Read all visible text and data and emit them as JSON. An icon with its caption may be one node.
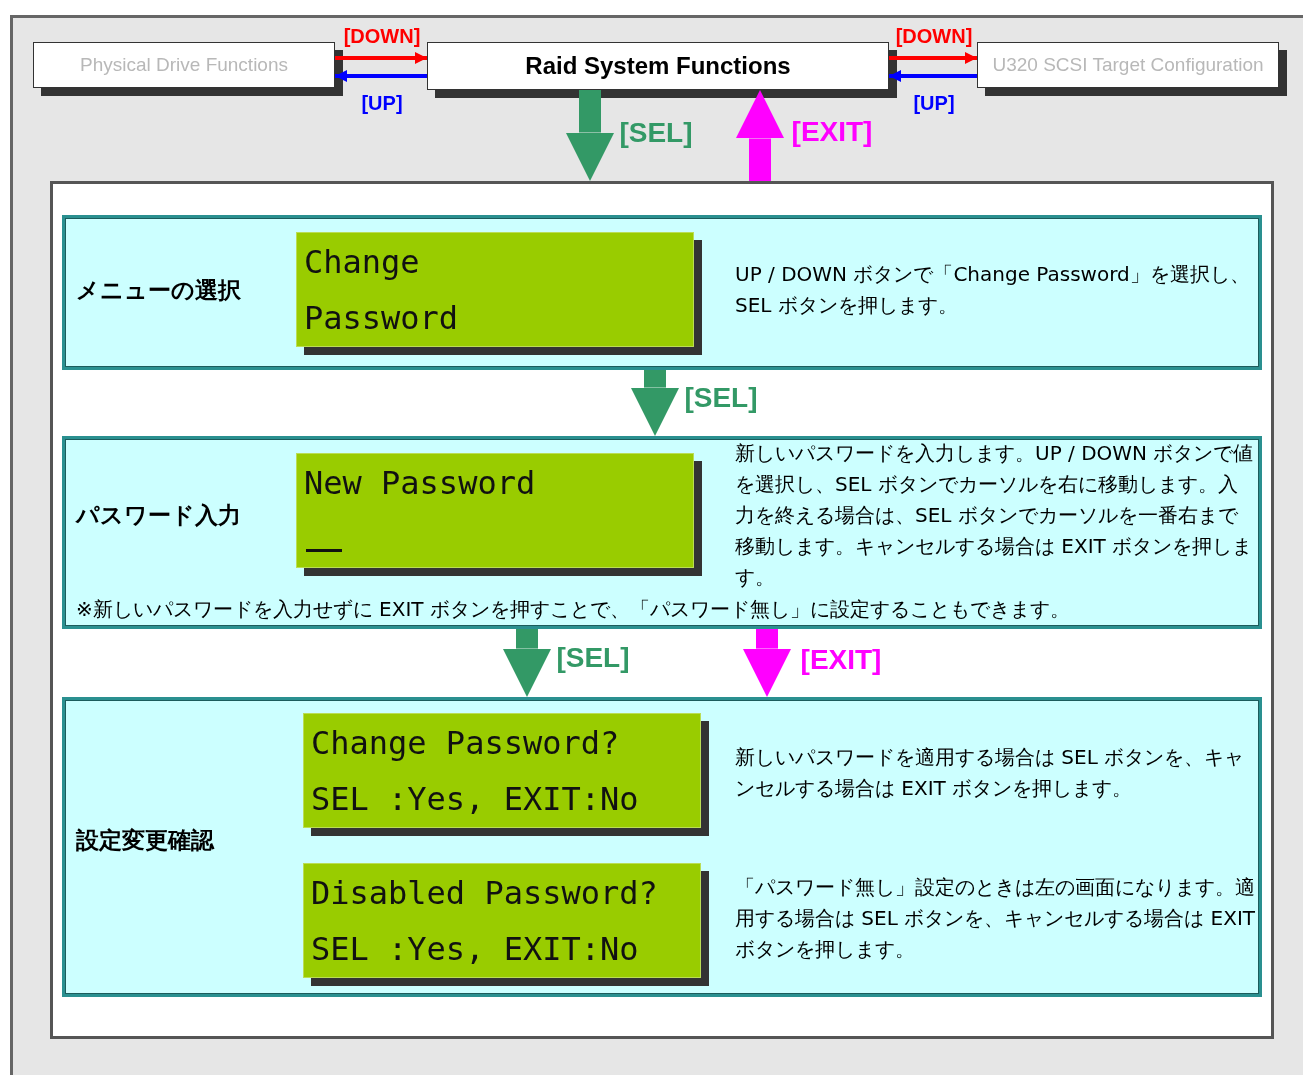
{
  "diagram": {
    "nodes": [
      {
        "text": [
          "Physical Drive Functions"
        ]
      },
      {
        "text": [
          "Raid System Functions"
        ]
      },
      {
        "text": [
          "U320 SCSI Target Configuration"
        ]
      },
      {
        "text": [],
        "shape": "box"
      },
      {
        "text": [
          "メニューの選択",
          "UP / DOWN ボタンで「Change Password」を選択し、SEL ボタンを押します。"
        ],
        "in": 3
      },
      {
        "text": [
          "Change Password"
        ],
        "in": 4
      },
      {
        "text": [
          "パスワード入力",
          "新しいパスワードを入力します。UP / DOWN ボタンで値を選択し、SEL ボタンでカーソルを右に移動します。入力を終える場合は、SEL ボタンでカーソルを一番右まで移動します。キャンセルする場合は EXIT ボタンを押します。",
          "※新しいパスワードを入力せずに EXIT ボタンを押すことで、「パスワード無し」に設定することもできます。"
        ],
        "in": 3
      },
      {
        "text": [
          "New Password"
        ],
        "in": 6
      },
      {
        "text": [
          "設定変更確認",
          "新しいパスワードを適用する場合は SEL ボタンを、キャンセルする場合は EXIT ボタンを押します。",
          "「パスワード無し」設定のときは左の画面になります。適用する場合は SEL ボタンを、キャンセルする場合は EXIT ボタンを押します。"
        ],
        "in": 3
      },
      {
        "text": [
          "Change Password? SEL :Yes, EXIT:No"
        ],
        "in": 8
      },
      {
        "text": [
          "Disabled Password? SEL :Yes, EXIT:No"
        ],
        "in": 8
      }
    ],
    "edges": [
      {
        "from": 0,
        "to": 1,
        "arrow": "to",
        "label": "[DOWN]",
        "color": "#ff0000"
      },
      {
        "from": 1,
        "to": 0,
        "arrow": "to",
        "label": "[UP]",
        "color": "#0000ff"
      },
      {
        "from": 1,
        "to": 2,
        "arrow": "to",
        "label": "[DOWN]",
        "color": "#ff0000"
      },
      {
        "from": 2,
        "to": 1,
        "arrow": "to",
        "label": "[UP]",
        "color": "#0000ff"
      },
      {
        "from": 1,
        "to": 3,
        "arrow": "to",
        "label": "[SEL]",
        "color": "#339966"
      },
      {
        "from": 3,
        "to": 1,
        "arrow": "to",
        "label": "[EXIT]",
        "color": "#ff00ff"
      },
      {
        "from": 4,
        "to": 6,
        "arrow": "to",
        "label": "[SEL]",
        "color": "#339966"
      },
      {
        "from": 6,
        "to": 8,
        "arrow": "to",
        "label": "[SEL]",
        "color": "#339966"
      },
      {
        "from": 6,
        "to": 8,
        "arrow": "to",
        "label": "[EXIT]",
        "color": "#ff00ff"
      }
    ]
  }
}
